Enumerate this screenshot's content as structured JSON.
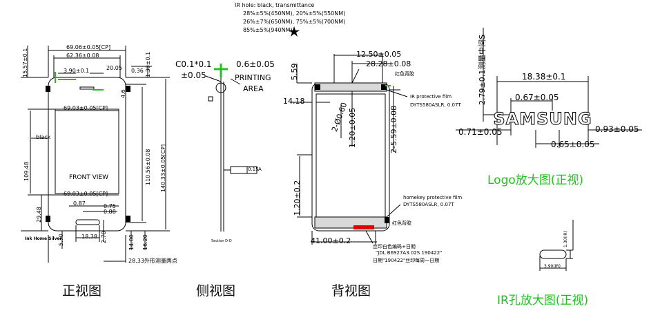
{
  "captions": {
    "front": "正视图",
    "side": "侧视图",
    "back": "背视图",
    "logo": "Logo放大图(正视)",
    "ir": "IR孔放大图(正视)"
  },
  "front": {
    "dim_top1": "69.06±0.05[CP]",
    "dim_top2": "62.36±0.08",
    "dim_3_90": "3.90±0.1",
    "dim_20_05": "20.05",
    "dim_0_36": "0.36",
    "dim_1_30": "1.30±0.1",
    "dim_15_57": "15.57±0.1",
    "dim_69_03a": "69.03±0.05[CP]",
    "black": "black",
    "dim_109_48": "109.48",
    "dim_110_56": "110.56±0.08",
    "dim_140_33": "140.33±0.05[CP]",
    "front_view": "FRONT VIEW",
    "dim_69_03b": "69.03±0.05[CP]",
    "dim_0_87": "0.87",
    "dim_0_75": "0.75",
    "dim_0_88": "0.88",
    "dim_29_48": "29.48",
    "dim_18_38": "18.38",
    "dim_2_70": "2.70",
    "dim_5_70": "5.70",
    "dim_14_00": "14.00",
    "dim_16_20": "16.20",
    "ink_note": "Ink Home Silver",
    "dim_bottom": "28.33外形测量两点",
    "dim_4_6": "4.6"
  },
  "side": {
    "chamfer": "C0.1*0.1",
    "chamfer2": "±0.05",
    "dim_0_6": "0.6±0.05",
    "printing": "PRINTING",
    "area": "AREA",
    "flatness": "0.15",
    "datum": "A",
    "section": "Section D-D"
  },
  "back": {
    "ir_note1": "IR hole: black, transmittance",
    "ir_note2": "28%±5%(450NM), 20%±5%(550NM)",
    "ir_note3": "26%±7%(650NM), 75%±5%(700NM)",
    "ir_note4": "85%±5%(940NM)",
    "dim_5_59": "5.59",
    "dim_12_50": "12.50±0.05",
    "dim_28_28": "28.28±0.08",
    "red_label1": "红色背胶",
    "dim_14_18": "14.18",
    "dim_2_060": "2-Ø0.60",
    "dim_1_20a": "1.20±0.05",
    "dim_2_5_59": "2-5.59±0.08",
    "film1": "IR protective film",
    "film1b": "DYTS580ASLR, 0.07T",
    "dim_1_20b": "1.20±0.2",
    "homekey1": "homekey protective film",
    "homekey2": "DYTS580ASLR, 0.07T",
    "red_label2": "红色背胶",
    "dim_41_00": "41.00±0.2",
    "note1": "丝印白色编码+日期",
    "note2": "\"JDL B6927A3.02S 190422\"",
    "note3": "日期\"190422\"丝印每周一日期"
  },
  "logo": {
    "vertical_note": "2.79±0.1测量中间S",
    "dim_18_38": "18.38±0.1",
    "dim_0_67": "0.67±0.05",
    "logo_text": "SAMSUNG",
    "dim_0_71": "0.71±0.05",
    "dim_0_93": "0.93±0.05",
    "dim_0_65": "0.65±0.05"
  },
  "ir": {
    "dim_h": "1.30(IR)",
    "dim_w": "3.90(IR)"
  }
}
